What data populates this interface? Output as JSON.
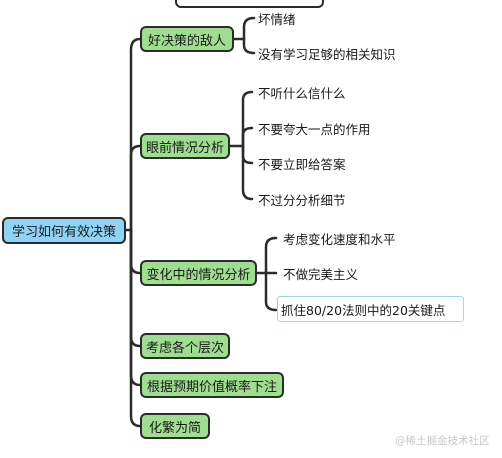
{
  "root": {
    "label": "学习如何有效决策"
  },
  "branches": [
    {
      "label": "好决策的敌人",
      "leaves": [
        "坏情绪",
        "没有学习足够的相关知识"
      ]
    },
    {
      "label": "眼前情况分析",
      "leaves": [
        "不听什么信什么",
        "不要夸大一点的作用",
        "不要立即给答案",
        "不过分分析细节"
      ]
    },
    {
      "label": "变化中的情况分析",
      "leaves": [
        "考虑变化速度和水平",
        "不做完美主义",
        "抓住80/20法则中的20关键点"
      ]
    },
    {
      "label": "考虑各个层次",
      "leaves": []
    },
    {
      "label": "根据预期价值概率下注",
      "leaves": []
    },
    {
      "label": "化繁为简",
      "leaves": []
    }
  ],
  "colors": {
    "root_fill": "#8fd3f5",
    "branch_fill": "#9fdd90",
    "line": "#2c2c2c",
    "selected_border": "#9ed6f0"
  },
  "watermark": "@稀土掘金技术社区"
}
